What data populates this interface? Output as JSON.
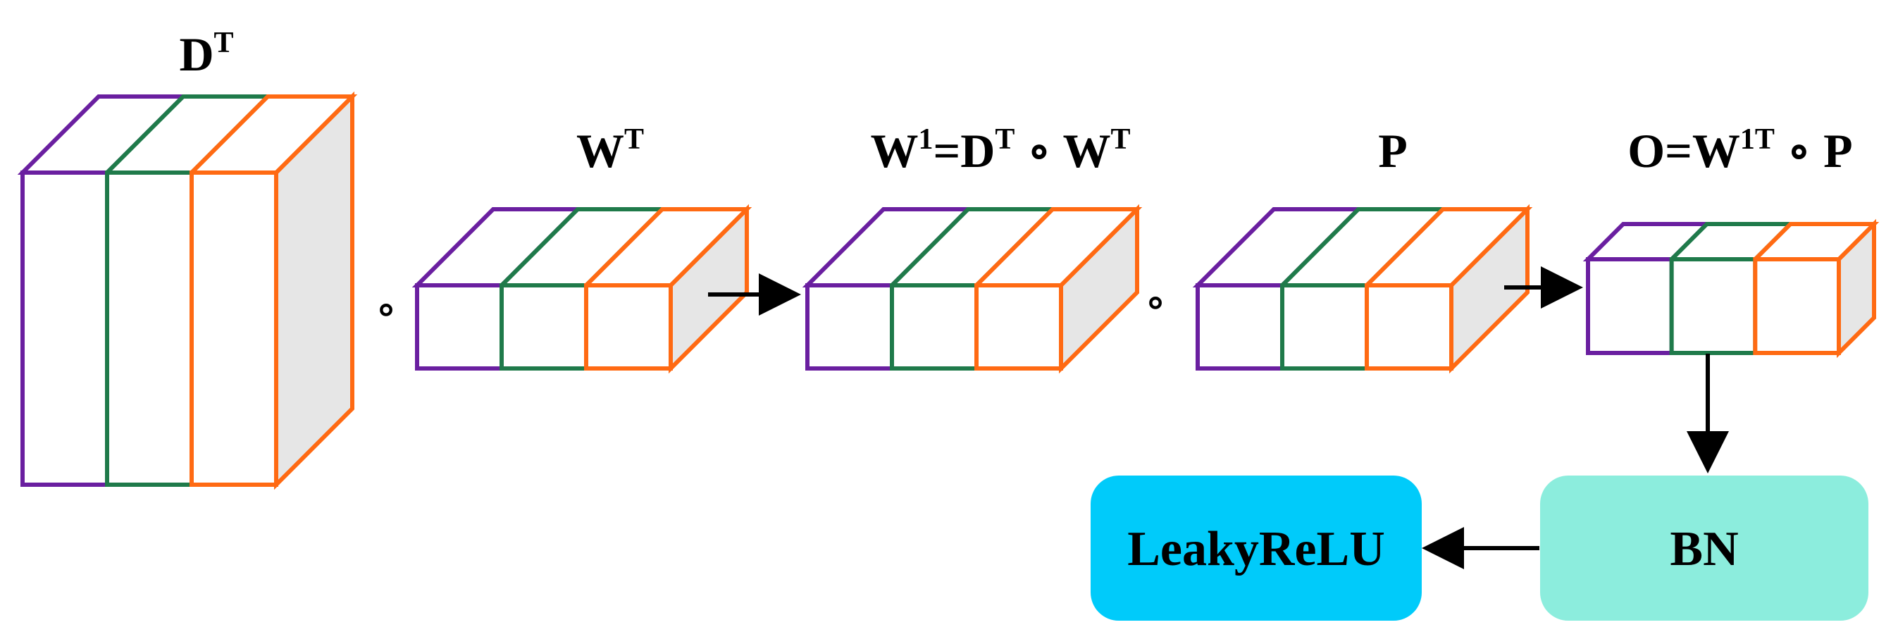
{
  "colors": {
    "slice_1": "#6a1fa0",
    "slice_2": "#1f7a4a",
    "slice_3": "#ff6a13",
    "side_face": "#e6e6e6",
    "leakyrelu_box": "#00cbfa",
    "bn_box": "#8ceddd",
    "arrow": "#000000"
  },
  "labels": {
    "dt": {
      "base": "D",
      "sup": "T"
    },
    "wt": {
      "base": "W",
      "sup": "T"
    },
    "w1": {
      "w": "W",
      "w_sup": "1",
      "eq_d": "=D",
      "d_sup": "T",
      "op_w": " ∘ W",
      "w2_sup": "T"
    },
    "p": {
      "base": "P"
    },
    "o": {
      "base": "O=W",
      "sup": "1T",
      "tail": " ∘ P"
    }
  },
  "operators": {
    "hadamard": "∘"
  },
  "boxes": {
    "leakyrelu": "LeakyReLU",
    "bn": "BN"
  }
}
